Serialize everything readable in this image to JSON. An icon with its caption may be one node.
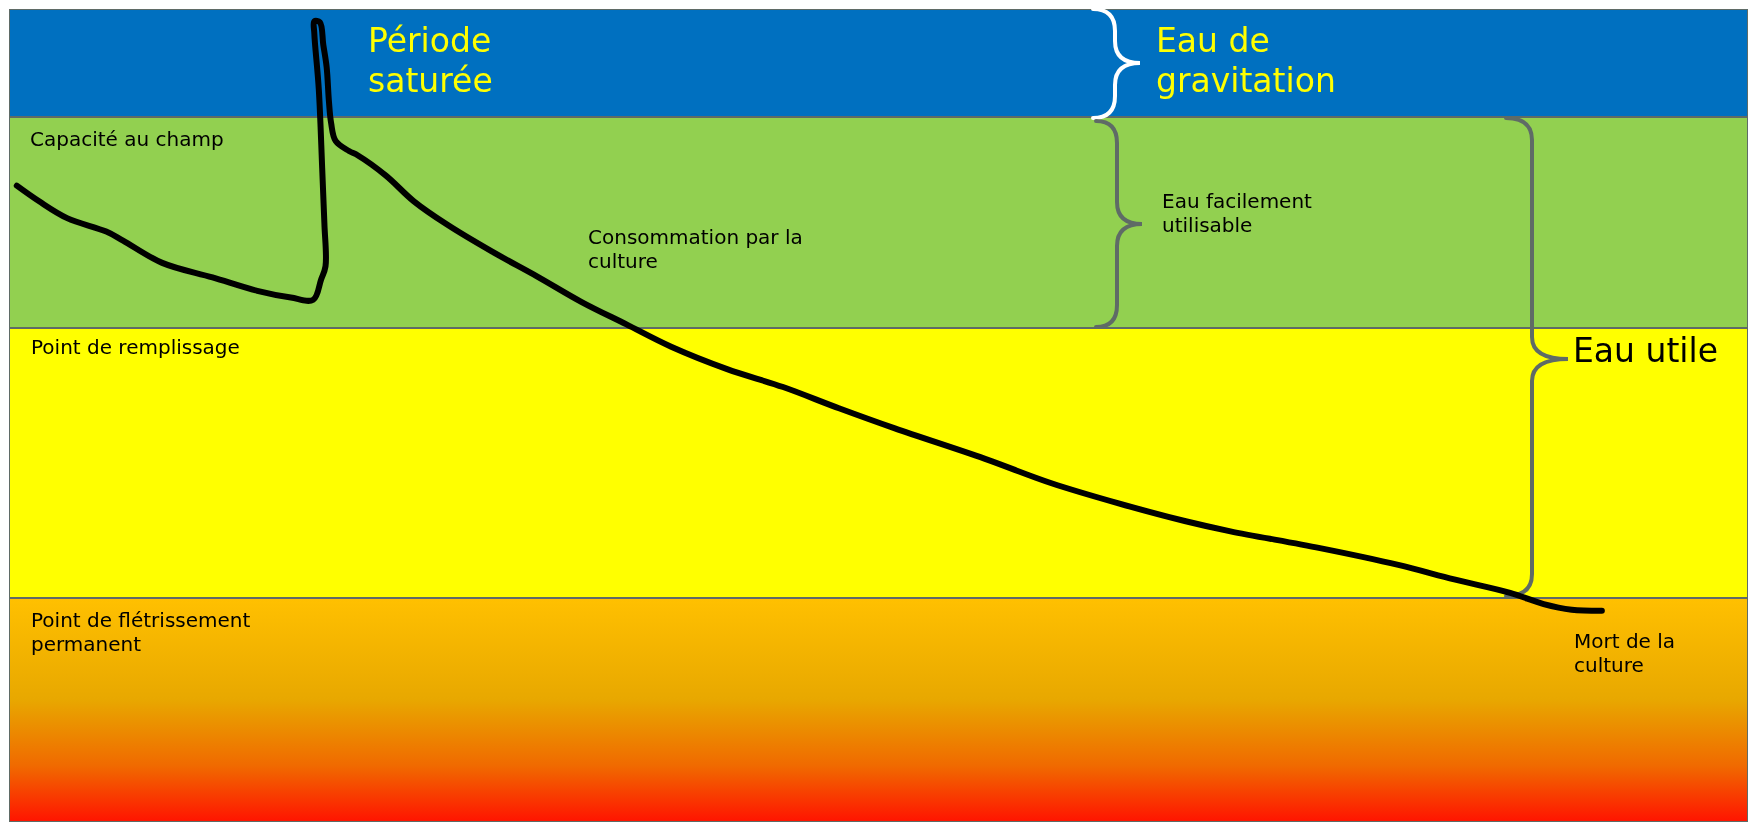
{
  "diagram": {
    "nodes": [
      {
        "text": [
          "Période saturée",
          "Eau de gravitation"
        ]
      },
      {
        "text": [
          "Capacité au champ",
          "Consommation par la culture",
          "Eau facilement utilisable"
        ]
      },
      {
        "text": [
          "Point de remplissage"
        ]
      },
      {
        "text": [
          "Point de flétrissement permanent",
          "Mort de la culture"
        ]
      }
    ],
    "labels": [
      "Eau utile"
    ]
  }
}
